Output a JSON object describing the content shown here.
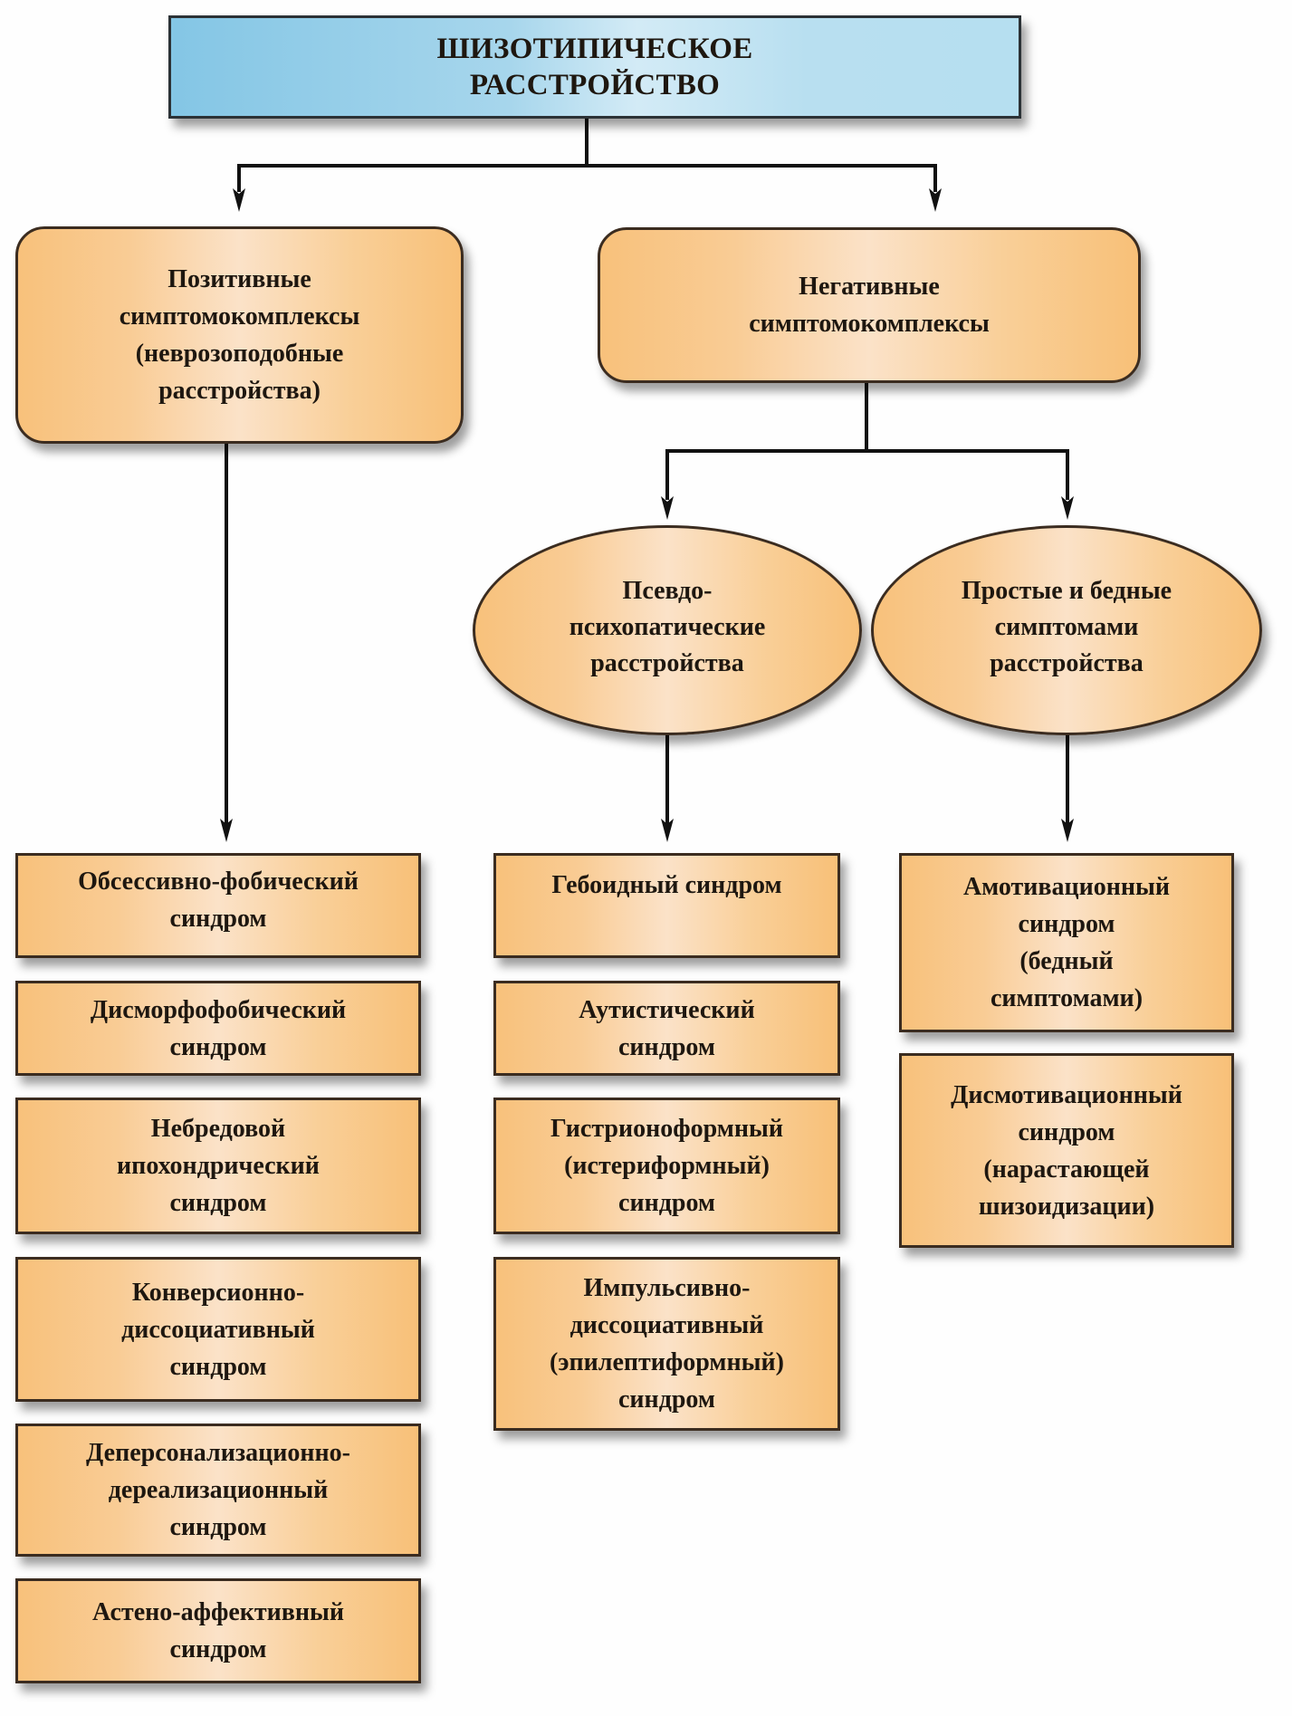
{
  "diagram": {
    "root": {
      "label": "ШИЗОТИПИЧЕСКОЕ\nРАССТРОЙСТВО"
    },
    "positive": {
      "label": "Позитивные\nсимптомокомплексы\n(неврозоподобные\nрасстройства)",
      "syndromes": [
        "Обсессивно-фобический\nсиндром",
        "Дисморфофобический\nсиндром",
        "Небредовой\nипохондрический\nсиндром",
        "Конверсионно-\nдиссоциативный\nсиндром",
        "Деперсонализационно-\nдереализационный\nсиндром",
        "Астено-аффективный\nсиндром"
      ]
    },
    "negative": {
      "label": "Негативные\nсимптомокомплексы",
      "pseudo": {
        "label": "Псевдо-\nпсихопатические\nрасстройства",
        "syndromes": [
          "Гебоидный синдром",
          "Аутистический\nсиндром",
          "Гистрионоформный\n(истериформный)\nсиндром",
          "Импульсивно-\nдиссоциативный\n(эпилептиформный)\nсиндром"
        ]
      },
      "simple": {
        "label": "Простые и бедные\nсимптомами\nрасстройства",
        "syndromes": [
          "Амотивационный\nсиндром\n(бедный\nсимптомами)",
          "Дисмотивационный\nсиндром\n(нарастающей\nшизоидизации)"
        ]
      }
    }
  },
  "colors": {
    "root_fill": "#a7d6ec",
    "node_fill": "#f9cc95",
    "border": "#3b2c20",
    "connector": "#111111"
  }
}
